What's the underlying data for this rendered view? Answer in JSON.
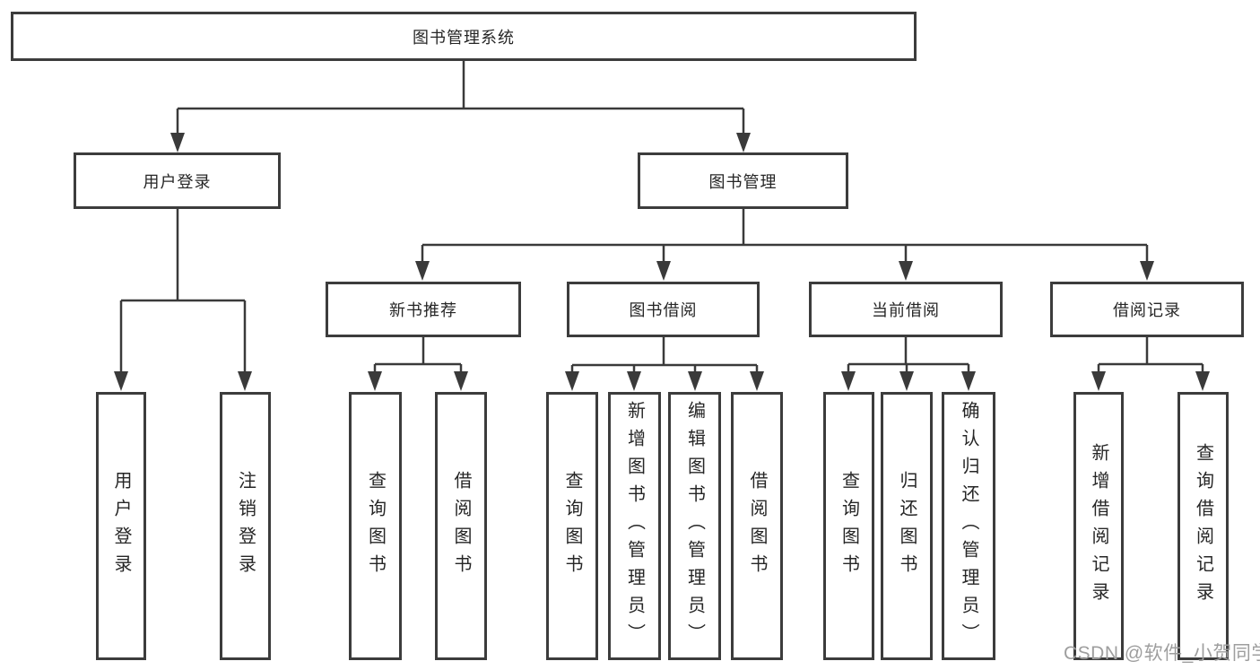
{
  "diagram": {
    "type": "hierarchy-tree",
    "tree": {
      "label": "图书管理系统",
      "children": [
        {
          "label": "用户登录",
          "children": [
            {
              "label": "用户登录"
            },
            {
              "label": "注销登录"
            }
          ]
        },
        {
          "label": "图书管理",
          "children": [
            {
              "label": "新书推荐",
              "children": [
                {
                  "label": "查询图书"
                },
                {
                  "label": "借阅图书"
                }
              ]
            },
            {
              "label": "图书借阅",
              "children": [
                {
                  "label": "查询图书"
                },
                {
                  "label": "新增图书（管理员）"
                },
                {
                  "label": "编辑图书（管理员）"
                },
                {
                  "label": "借阅图书"
                }
              ]
            },
            {
              "label": "当前借阅",
              "children": [
                {
                  "label": "查询图书"
                },
                {
                  "label": "归还图书"
                },
                {
                  "label": "确认归还（管理员）"
                }
              ]
            },
            {
              "label": "借阅记录",
              "children": [
                {
                  "label": "新增借阅记录"
                },
                {
                  "label": "查询借阅记录"
                }
              ]
            }
          ]
        }
      ]
    },
    "colors": {
      "line": "#3a3a3a",
      "box_border": "#3c3c3c",
      "box_background": "#ffffff",
      "text": "#262626",
      "watermark": "#9e9e9e",
      "canvas": "#ffffff"
    }
  },
  "watermark": {
    "text": "CSDN @软件_小贺同学"
  }
}
